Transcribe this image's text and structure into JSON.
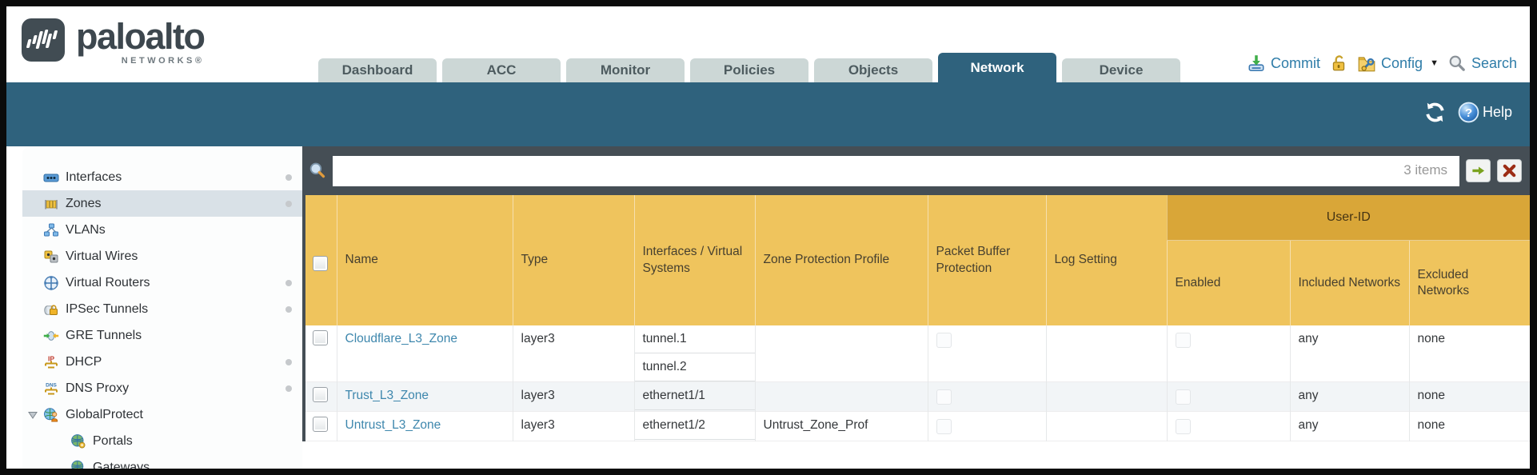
{
  "header": {
    "logo": {
      "brand": "paloalto",
      "sub": "NETWORKS®"
    },
    "tabs": [
      {
        "label": "Dashboard",
        "active": false
      },
      {
        "label": "ACC",
        "active": false
      },
      {
        "label": "Monitor",
        "active": false
      },
      {
        "label": "Policies",
        "active": false
      },
      {
        "label": "Objects",
        "active": false
      },
      {
        "label": "Network",
        "active": true
      },
      {
        "label": "Device",
        "active": false
      }
    ],
    "actions": {
      "commit_label": "Commit",
      "config_label": "Config",
      "search_label": "Search"
    }
  },
  "toolbar": {
    "help_label": "Help"
  },
  "sidebar": {
    "items": [
      {
        "label": "Interfaces",
        "icon": "interfaces",
        "dot": true
      },
      {
        "label": "Zones",
        "icon": "zones",
        "dot": true,
        "selected": true
      },
      {
        "label": "VLANs",
        "icon": "vlans"
      },
      {
        "label": "Virtual Wires",
        "icon": "virtual-wires"
      },
      {
        "label": "Virtual Routers",
        "icon": "virtual-routers",
        "dot": true
      },
      {
        "label": "IPSec Tunnels",
        "icon": "ipsec-tunnels",
        "dot": true
      },
      {
        "label": "GRE Tunnels",
        "icon": "gre-tunnels"
      },
      {
        "label": "DHCP",
        "icon": "dhcp",
        "dot": true
      },
      {
        "label": "DNS Proxy",
        "icon": "dns-proxy",
        "dot": true
      },
      {
        "label": "GlobalProtect",
        "icon": "globalprotect",
        "expander": true
      },
      {
        "label": "Portals",
        "icon": "portals",
        "child": true
      },
      {
        "label": "Gateways",
        "icon": "gateways",
        "child": true
      }
    ]
  },
  "filterbar": {
    "value": "",
    "count": "3 items"
  },
  "table": {
    "group_label": "User-ID",
    "columns": [
      "Name",
      "Type",
      "Interfaces / Virtual Systems",
      "Zone Protection Profile",
      "Packet Buffer Protection",
      "Log Setting",
      "Enabled",
      "Included Networks",
      "Excluded Networks"
    ],
    "rows": [
      {
        "name": "Cloudflare_L3_Zone",
        "type": "layer3",
        "interfaces": [
          "tunnel.1",
          "tunnel.2"
        ],
        "zone_protection_profile": "",
        "log_setting": "",
        "included_networks": "any",
        "excluded_networks": "none"
      },
      {
        "name": "Trust_L3_Zone",
        "type": "layer3",
        "interfaces": [
          "ethernet1/1"
        ],
        "zone_protection_profile": "",
        "log_setting": "",
        "included_networks": "any",
        "excluded_networks": "none"
      },
      {
        "name": "Untrust_L3_Zone",
        "type": "layer3",
        "interfaces": [
          "ethernet1/2"
        ],
        "zone_protection_profile": "Untrust_Zone_Prof",
        "log_setting": "",
        "included_networks": "any",
        "excluded_networks": "none"
      }
    ]
  },
  "colors": {
    "teal": "#2f627d",
    "slate": "#454e55",
    "header_yellow": "#efc45d",
    "userid_band": "#d9a638",
    "link_blue": "#3e87ad",
    "tab_inactive": "#ccd7d6"
  }
}
